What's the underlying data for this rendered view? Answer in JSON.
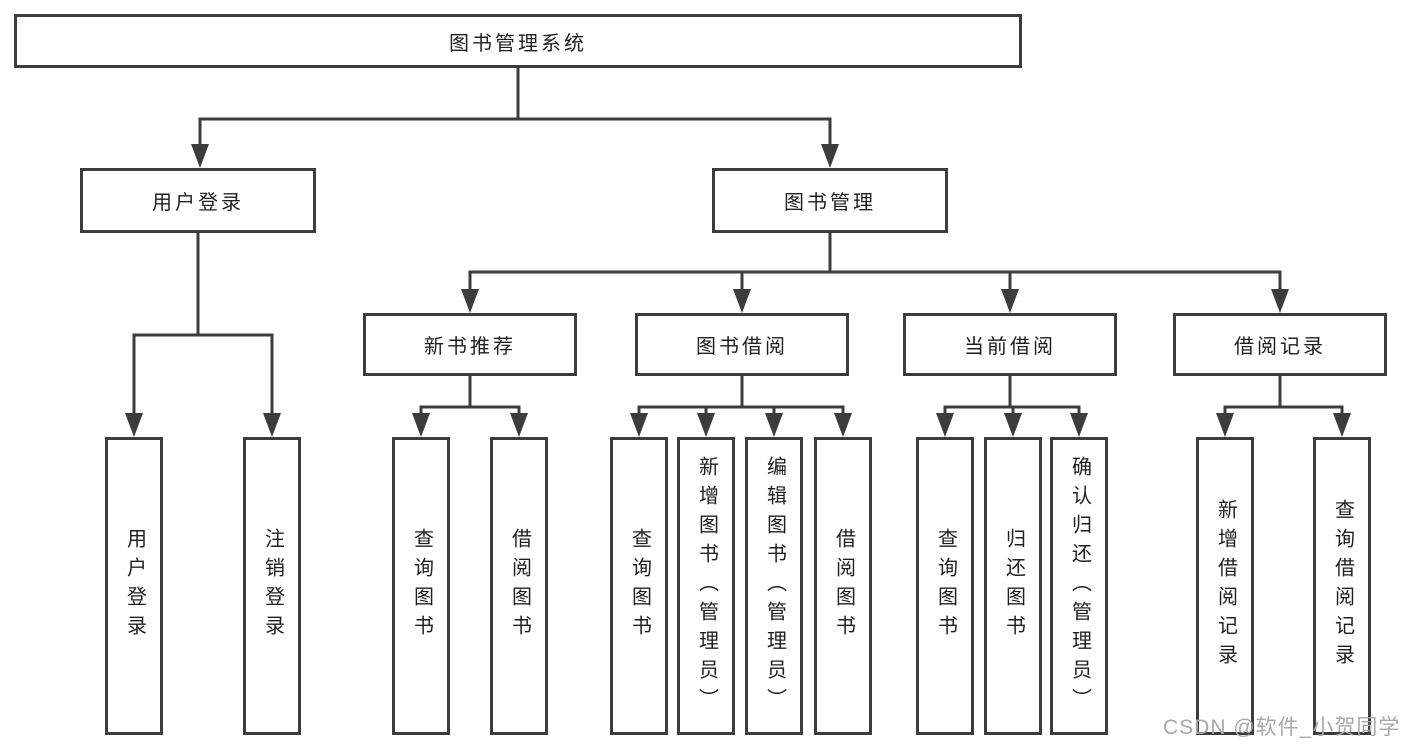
{
  "diagram": {
    "title": "图书管理系统",
    "watermark": "CSDN @软件_小贺同学",
    "colors": {
      "line": "#3c3c3c",
      "box_border": "#3c3c3c",
      "box_background": "#ffffff",
      "text": "#1f1f1f",
      "watermark": "#a8a8a8"
    },
    "nodes": {
      "root": {
        "label": "图书管理系统"
      },
      "user_login": {
        "label": "用户登录"
      },
      "book_mgmt": {
        "label": "图书管理"
      },
      "new_book_rec": {
        "label": "新书推荐"
      },
      "book_borrow": {
        "label": "图书借阅"
      },
      "current_borrow": {
        "label": "当前借阅"
      },
      "borrow_records": {
        "label": "借阅记录"
      },
      "leaf_user_login": {
        "label": "用户登录"
      },
      "leaf_logout": {
        "label": "注销登录"
      },
      "leaf_query_book_rec": {
        "label": "查询图书"
      },
      "leaf_borrow_book_rec": {
        "label": "借阅图书"
      },
      "leaf_query_book_borrow": {
        "label": "查询图书"
      },
      "leaf_add_book_admin": {
        "label": "新增图书（管理员）"
      },
      "leaf_edit_book_admin": {
        "label": "编辑图书（管理员）"
      },
      "leaf_borrow_book_borrow": {
        "label": "借阅图书"
      },
      "leaf_query_book_current": {
        "label": "查询图书"
      },
      "leaf_return_book": {
        "label": "归还图书"
      },
      "leaf_confirm_return_admin": {
        "label": "确认归还（管理员）"
      },
      "leaf_new_borrow_record": {
        "label": "新增借阅记录"
      },
      "leaf_query_borrow_record": {
        "label": "查询借阅记录"
      }
    },
    "edges": [
      [
        "root",
        "user_login"
      ],
      [
        "root",
        "book_mgmt"
      ],
      [
        "user_login",
        "leaf_user_login"
      ],
      [
        "user_login",
        "leaf_logout"
      ],
      [
        "book_mgmt",
        "new_book_rec"
      ],
      [
        "book_mgmt",
        "book_borrow"
      ],
      [
        "book_mgmt",
        "current_borrow"
      ],
      [
        "book_mgmt",
        "borrow_records"
      ],
      [
        "new_book_rec",
        "leaf_query_book_rec"
      ],
      [
        "new_book_rec",
        "leaf_borrow_book_rec"
      ],
      [
        "book_borrow",
        "leaf_query_book_borrow"
      ],
      [
        "book_borrow",
        "leaf_add_book_admin"
      ],
      [
        "book_borrow",
        "leaf_edit_book_admin"
      ],
      [
        "book_borrow",
        "leaf_borrow_book_borrow"
      ],
      [
        "current_borrow",
        "leaf_query_book_current"
      ],
      [
        "current_borrow",
        "leaf_return_book"
      ],
      [
        "current_borrow",
        "leaf_confirm_return_admin"
      ],
      [
        "borrow_records",
        "leaf_new_borrow_record"
      ],
      [
        "borrow_records",
        "leaf_query_borrow_record"
      ]
    ]
  }
}
